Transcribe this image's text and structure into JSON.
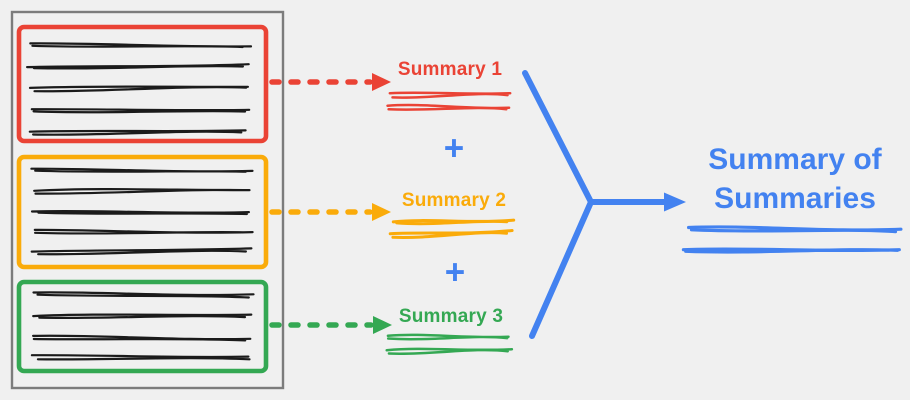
{
  "background": "#F0F0F0",
  "colors": {
    "red": "#EA4335",
    "orange": "#FAAB0A",
    "green": "#34A853",
    "blue": "#4382F0",
    "ink": "#1B1B1B",
    "doc_border": "#7C7C7C"
  },
  "document": {
    "sections": [
      {
        "name": "section-1",
        "color": "#EA4335",
        "text_lines": 5
      },
      {
        "name": "section-2",
        "color": "#FAAB0A",
        "text_lines": 5
      },
      {
        "name": "section-3",
        "color": "#34A853",
        "text_lines": 4
      }
    ]
  },
  "summaries": [
    {
      "label": "Summary 1",
      "color": "#EA4335"
    },
    {
      "label": "Summary 2",
      "color": "#FAAB0A"
    },
    {
      "label": "Summary 3",
      "color": "#34A853"
    }
  ],
  "operators": {
    "plus": "+"
  },
  "result": {
    "label": "Summary of Summaries",
    "color": "#4382F0"
  }
}
